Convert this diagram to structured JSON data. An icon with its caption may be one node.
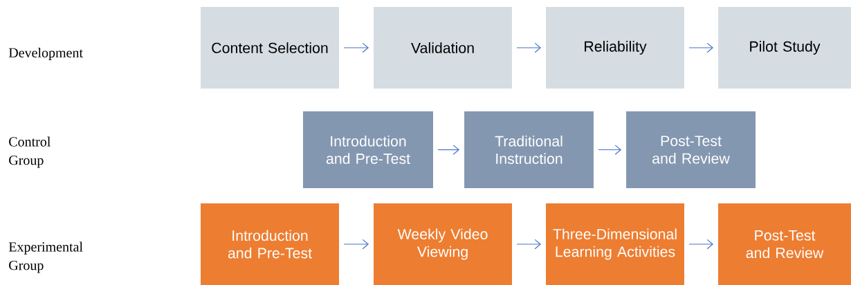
{
  "diagram": {
    "nodes": [
      {
        "text": [
          "Content Selection"
        ]
      },
      {
        "text": [
          "Validation"
        ]
      },
      {
        "text": [
          "Reliability"
        ]
      },
      {
        "text": [
          "Pilot Study"
        ]
      },
      {
        "text": [
          "Introduction and Pre-Test"
        ]
      },
      {
        "text": [
          "Traditional Instruction"
        ]
      },
      {
        "text": [
          "Post-Test and Review"
        ]
      },
      {
        "text": [
          "Introduction and Pre-Test"
        ]
      },
      {
        "text": [
          "Weekly Video Viewing"
        ]
      },
      {
        "text": [
          "Three-Dimensional Learning Activities"
        ]
      },
      {
        "text": [
          "Post-Test and Review"
        ]
      }
    ],
    "edges": [
      {
        "from": 0,
        "to": 1,
        "arrow": "to"
      },
      {
        "from": 1,
        "to": 2,
        "arrow": "to"
      },
      {
        "from": 2,
        "to": 3,
        "arrow": "to"
      },
      {
        "from": 4,
        "to": 5,
        "arrow": "to"
      },
      {
        "from": 5,
        "to": 6,
        "arrow": "to"
      },
      {
        "from": 7,
        "to": 8,
        "arrow": "to"
      },
      {
        "from": 8,
        "to": 9,
        "arrow": "to"
      },
      {
        "from": 9,
        "to": 10,
        "arrow": "to"
      }
    ],
    "labels": [
      "Development",
      "Control Group",
      "Experimental Group"
    ]
  }
}
